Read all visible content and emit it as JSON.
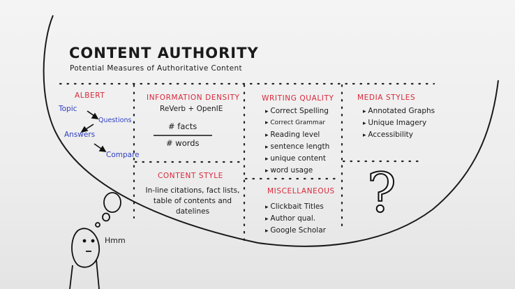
{
  "title": "CONTENT AUTHORITY",
  "subtitle": "Potential Measures of Authoritative Content",
  "albert": {
    "heading": "ALBERT",
    "flow": [
      "Topic",
      "Questions",
      "Answers",
      "Compare"
    ]
  },
  "information_density": {
    "heading": "INFORMATION DENSITY",
    "tools": "ReVerb + OpenIE",
    "numerator": "# facts",
    "denominator": "# words"
  },
  "content_style": {
    "heading": "CONTENT STYLE",
    "lines": [
      "In-line citations, fact lists,",
      "table of contents and",
      "datelines"
    ]
  },
  "writing_quality": {
    "heading": "WRITING QUALITY",
    "items": [
      "Correct Spelling",
      "Correct Grammar",
      "Reading level",
      "sentence length",
      "unique content",
      "word usage"
    ]
  },
  "media_styles": {
    "heading": "MEDIA STYLES",
    "items": [
      "Annotated Graphs",
      "Unique Imagery",
      "Accessibility"
    ]
  },
  "miscellaneous": {
    "heading": "MISCELLANEOUS",
    "items": [
      "Clickbait Titles",
      "Author qual.",
      "Google Scholar"
    ]
  },
  "unknown_symbol": "?",
  "thought": "Hmm",
  "colors": {
    "heading_red": "#d8283a",
    "marker_blue": "#2f3fc0",
    "ink": "#1a1a1a"
  }
}
